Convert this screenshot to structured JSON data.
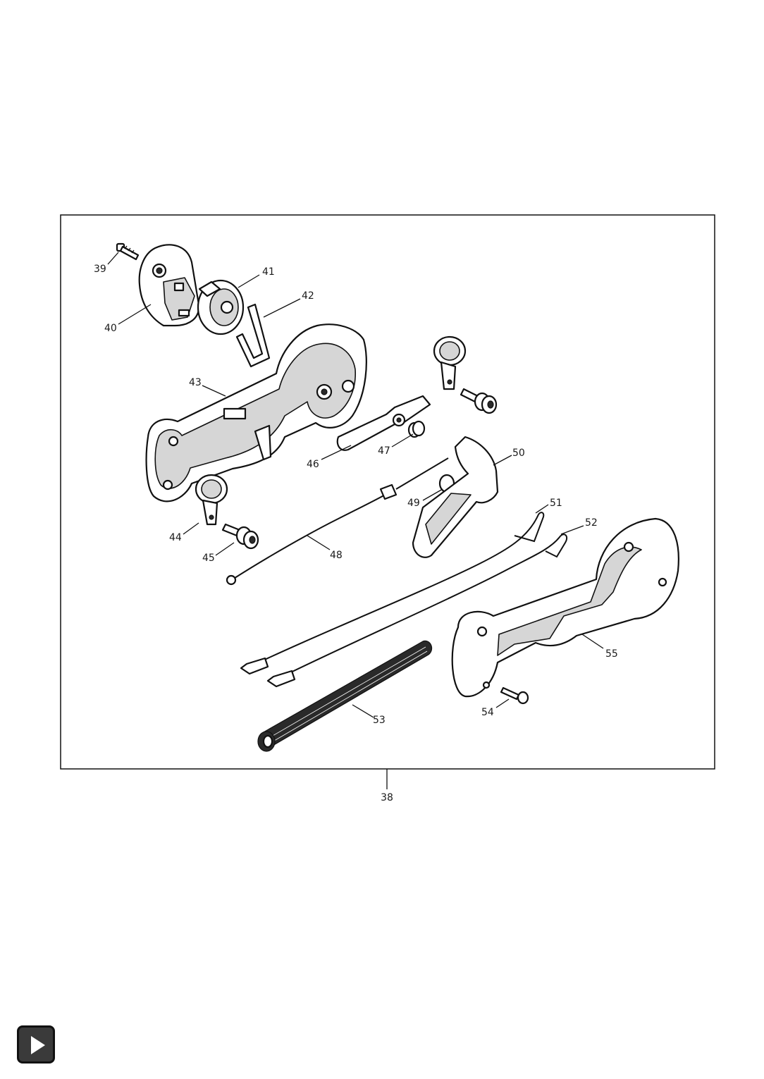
{
  "diagram": {
    "assembly_callout": "38",
    "parts": [
      {
        "id": "39"
      },
      {
        "id": "40"
      },
      {
        "id": "41"
      },
      {
        "id": "42"
      },
      {
        "id": "43"
      },
      {
        "id": "44"
      },
      {
        "id": "45"
      },
      {
        "id": "46"
      },
      {
        "id": "47"
      },
      {
        "id": "48"
      },
      {
        "id": "49"
      },
      {
        "id": "50"
      },
      {
        "id": "51"
      },
      {
        "id": "52"
      },
      {
        "id": "53"
      },
      {
        "id": "54"
      },
      {
        "id": "55"
      }
    ]
  },
  "navigation": {
    "next_icon": "play-triangle-icon",
    "colors": {
      "button_bg": "#3a3a3a",
      "icon": "#ffffff"
    }
  }
}
